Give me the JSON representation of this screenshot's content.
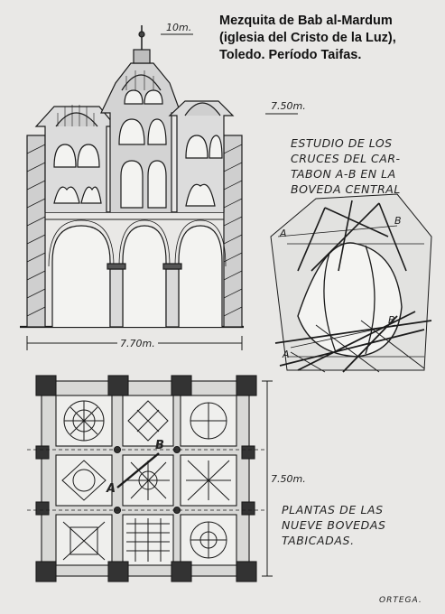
{
  "title": {
    "line1": "Mezquita de Bab al-Mardum",
    "line2": "(iglesia del Cristo de la Luz),",
    "line3": "Toledo. Período Taifas."
  },
  "section": {
    "scale_label": "10m.",
    "height_label": "7.50m.",
    "width_label": "7.70m."
  },
  "study": {
    "line1": "ESTUDIO DE LOS",
    "line2": "CRUCES DEL CAR-",
    "line3": "TABON A-B EN LA",
    "line4": "BOVEDA CENTRAL",
    "point_a_top": "A",
    "point_b_top": "B",
    "point_b_bottom": "B",
    "point_a_bottom": "A"
  },
  "plan": {
    "side_label": "7.50m.",
    "point_a": "A",
    "point_b": "B",
    "caption_line1": "PLANTAS DE LAS",
    "caption_line2": "NUEVE BOVEDAS",
    "caption_line3": "TABICADAS."
  },
  "signature": "ORTEGA."
}
